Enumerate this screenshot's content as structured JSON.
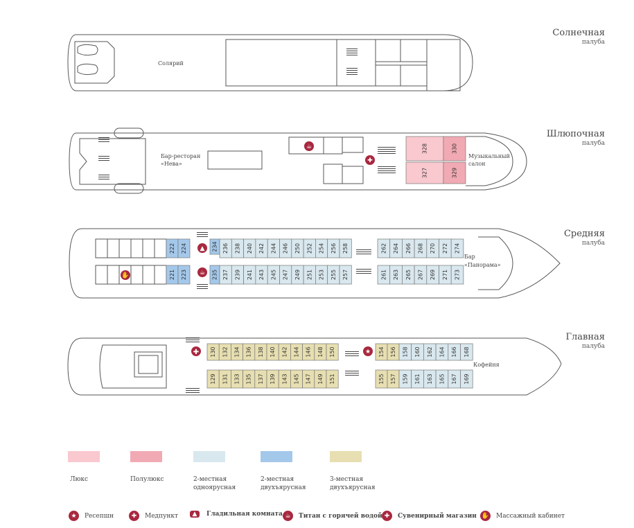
{
  "decks": {
    "sun": {
      "name": "Солнечная",
      "sub": "палуба",
      "solarium": "Солярий"
    },
    "boat": {
      "name": "Шлюпочная",
      "sub": "палуба",
      "bar_line1": "Бар-ресторан",
      "bar_line2": "«Нева»",
      "music_line1": "Музыкальный",
      "music_line2": "салон",
      "cabins": [
        "328",
        "330",
        "327",
        "329"
      ]
    },
    "middle": {
      "name": "Средняя",
      "sub": "палуба",
      "bar_line1": "Бар",
      "bar_line2": "«Панорама»",
      "cabins_top_blue": [
        "222",
        "224",
        "234"
      ],
      "cabins_bottom_blue": [
        "221",
        "223",
        "235"
      ],
      "cabins_top": [
        "236",
        "238",
        "240",
        "242",
        "244",
        "246",
        "250",
        "252",
        "254",
        "256",
        "258"
      ],
      "cabins_bottom": [
        "237",
        "239",
        "241",
        "243",
        "245",
        "247",
        "249",
        "251",
        "253",
        "255",
        "257"
      ],
      "cabins_top_fore": [
        "262",
        "264",
        "266",
        "268",
        "270",
        "272",
        "274"
      ],
      "cabins_bottom_fore": [
        "261",
        "263",
        "265",
        "267",
        "269",
        "271",
        "273"
      ]
    },
    "main": {
      "name": "Главная",
      "sub": "палуба",
      "cafe": "Кофейня",
      "cabins_top": [
        "130",
        "132",
        "134",
        "136",
        "138",
        "140",
        "142",
        "144",
        "146",
        "148",
        "150"
      ],
      "cabins_bottom": [
        "129",
        "131",
        "133",
        "135",
        "137",
        "139",
        "143",
        "145",
        "147",
        "149",
        "151"
      ],
      "cabins_top_fore_beige": [
        "154",
        "156"
      ],
      "cabins_bottom_fore_beige": [
        "155",
        "157"
      ],
      "cabins_top_fore": [
        "158",
        "160",
        "162",
        "164",
        "166",
        "168"
      ],
      "cabins_bottom_fore": [
        "159",
        "161",
        "163",
        "165",
        "167",
        "169"
      ]
    }
  },
  "legend": {
    "items": [
      {
        "line1": "Люкс",
        "line2": "",
        "color": "#f9c9cf"
      },
      {
        "line1": "Полулюкс",
        "line2": "",
        "color": "#f1aab4"
      },
      {
        "line1": "2-местная",
        "line2": "одноярусная",
        "color": "#d9e8ee"
      },
      {
        "line1": "2-местная",
        "line2": "двухъярусная",
        "color": "#a4c8ea"
      },
      {
        "line1": "3-местная",
        "line2": "двухъярусная",
        "color": "#e7dfb1"
      }
    ]
  },
  "icons": {
    "reception": {
      "label": "Ресепшн",
      "icon": "star-icon"
    },
    "medical": {
      "label": "Медпункт",
      "icon": "cross-icon"
    },
    "ironing": {
      "label": "Гладильная комната",
      "icon": "iron-icon"
    },
    "boiler": {
      "label": "Титан с горячей водой",
      "icon": "kettle-icon"
    },
    "souvenir": {
      "label": "Сувенирный магазин",
      "icon": "gift-icon"
    },
    "massage": {
      "label": "Массажный кабинет",
      "icon": "hand-icon"
    }
  },
  "colors": {
    "lux": "#f9c9cf",
    "semi": "#f1aab4",
    "single": "#d9e8ee",
    "bunk2": "#a4c8ea",
    "bunk3": "#e7dfb1",
    "accent": "#a8283f"
  }
}
